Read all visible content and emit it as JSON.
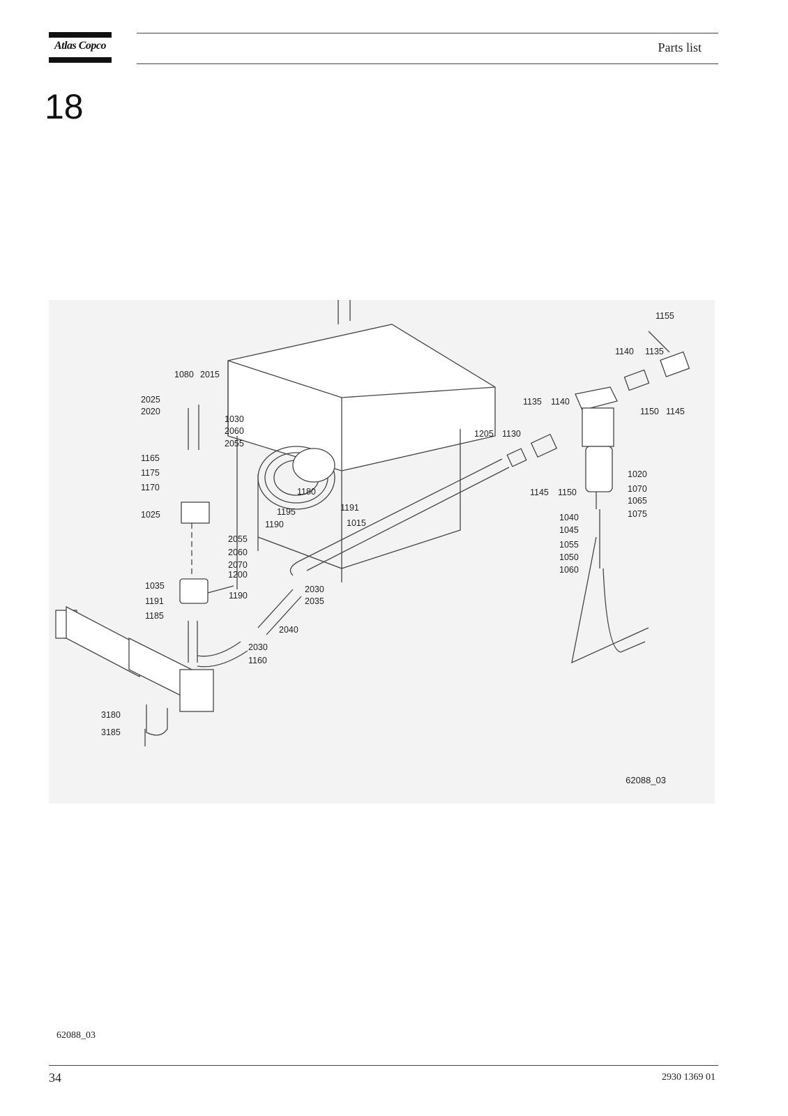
{
  "header": {
    "brand": "Atlas Copco",
    "title": "Parts list"
  },
  "chapter": "18",
  "figure": {
    "reference": "62088_03",
    "callouts": [
      "1155",
      "1140",
      "1135",
      "1145",
      "1150",
      "1135",
      "1140",
      "1205",
      "1130",
      "1145",
      "1150",
      "1020",
      "1070",
      "1065",
      "1075",
      "1040",
      "1045",
      "1055",
      "1050",
      "1060",
      "1080",
      "2015",
      "2025",
      "2020",
      "1030",
      "2060",
      "2055",
      "1165",
      "1175",
      "1170",
      "1025",
      "1180",
      "1191",
      "1195",
      "1015",
      "1190",
      "2055",
      "2060",
      "2070",
      "1200",
      "1035",
      "1191",
      "1190",
      "2030",
      "2035",
      "1185",
      "2040",
      "2030",
      "1160",
      "3180",
      "3185"
    ]
  },
  "footer": {
    "figure_caption": "62088_03",
    "page_number": "34",
    "document_number": "2930 1369 01"
  }
}
